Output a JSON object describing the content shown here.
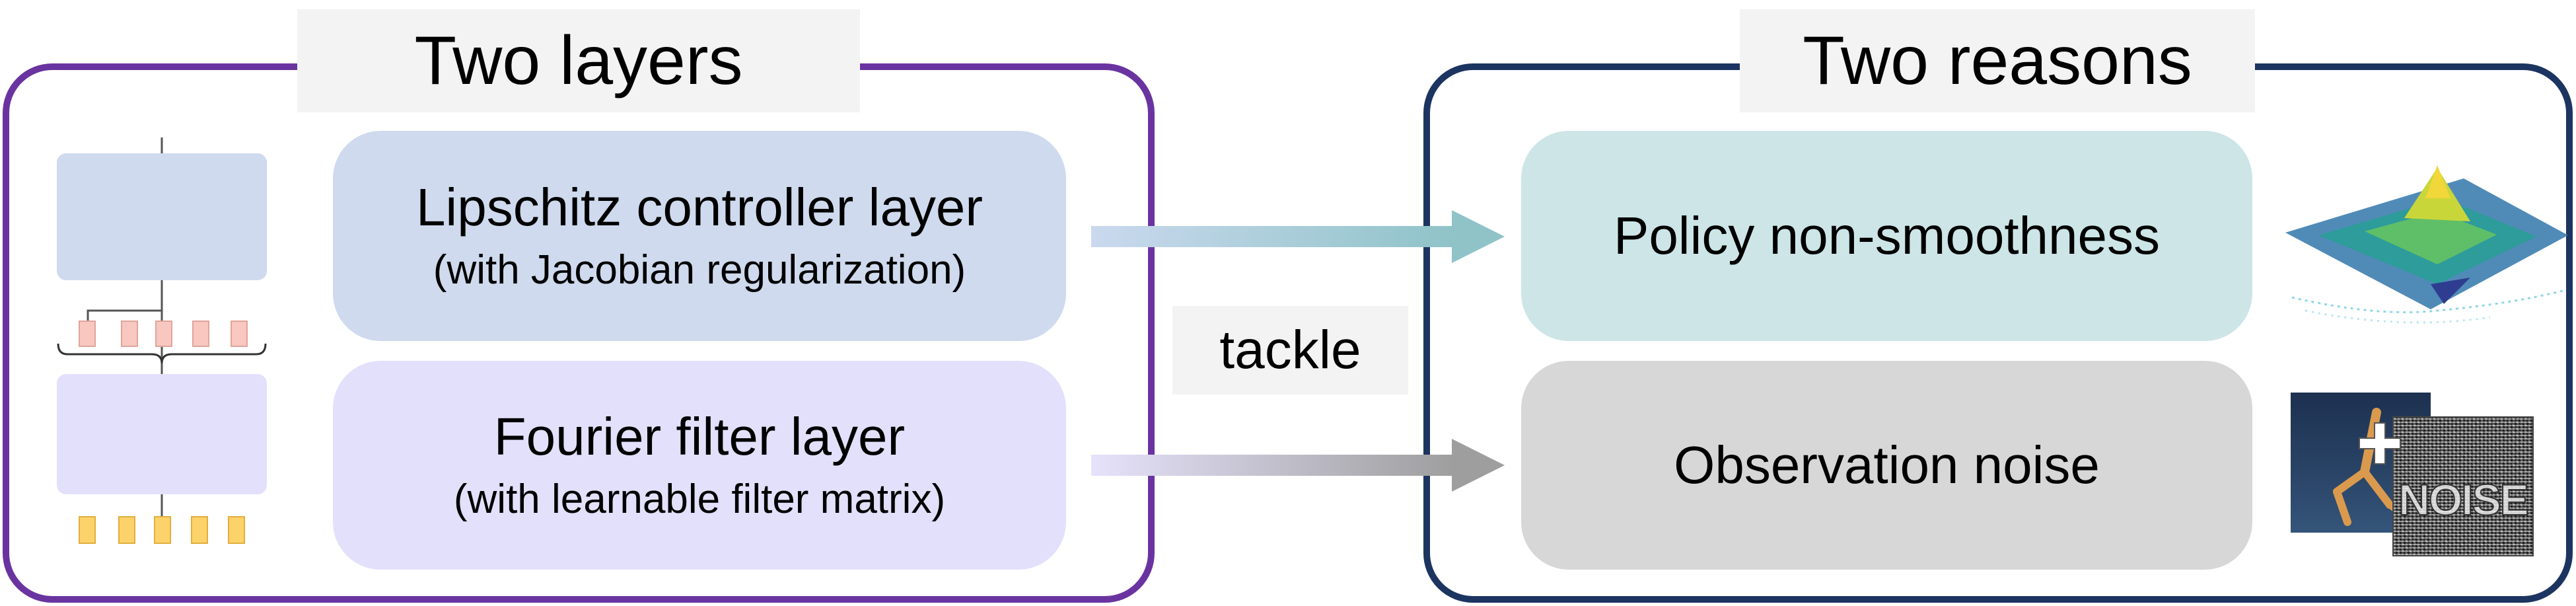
{
  "left_panel": {
    "title": "Two layers",
    "lipschitz": {
      "main": "Lipschitz controller layer",
      "sub": "(with Jacobian regularization)"
    },
    "fourier": {
      "main": "Fourier filter layer",
      "sub": "(with learnable filter matrix)"
    }
  },
  "right_panel": {
    "title": "Two reasons",
    "policy": {
      "main": "Policy non-smoothness"
    },
    "noise": {
      "main": "Observation noise",
      "image_text": "NOISE"
    }
  },
  "connector": {
    "label": "tackle"
  },
  "colors": {
    "left_border": "#6a34a0",
    "right_border": "#1c3460",
    "lipschitz_fill": "#cfdaee",
    "fourier_fill": "#e3e0fb",
    "policy_fill": "#cde5e7",
    "noise_fill": "#d8d7d7",
    "arrow_top_end": "#8fc3c8",
    "arrow_bottom_end": "#9e9e9e",
    "orange_unit": "#f7c7c0",
    "yellow_unit": "#fcd36a"
  },
  "icons": [
    "network-diagram-icon",
    "surface-plot-icon",
    "robot-walker-icon",
    "noise-image-icon",
    "plus-icon"
  ]
}
